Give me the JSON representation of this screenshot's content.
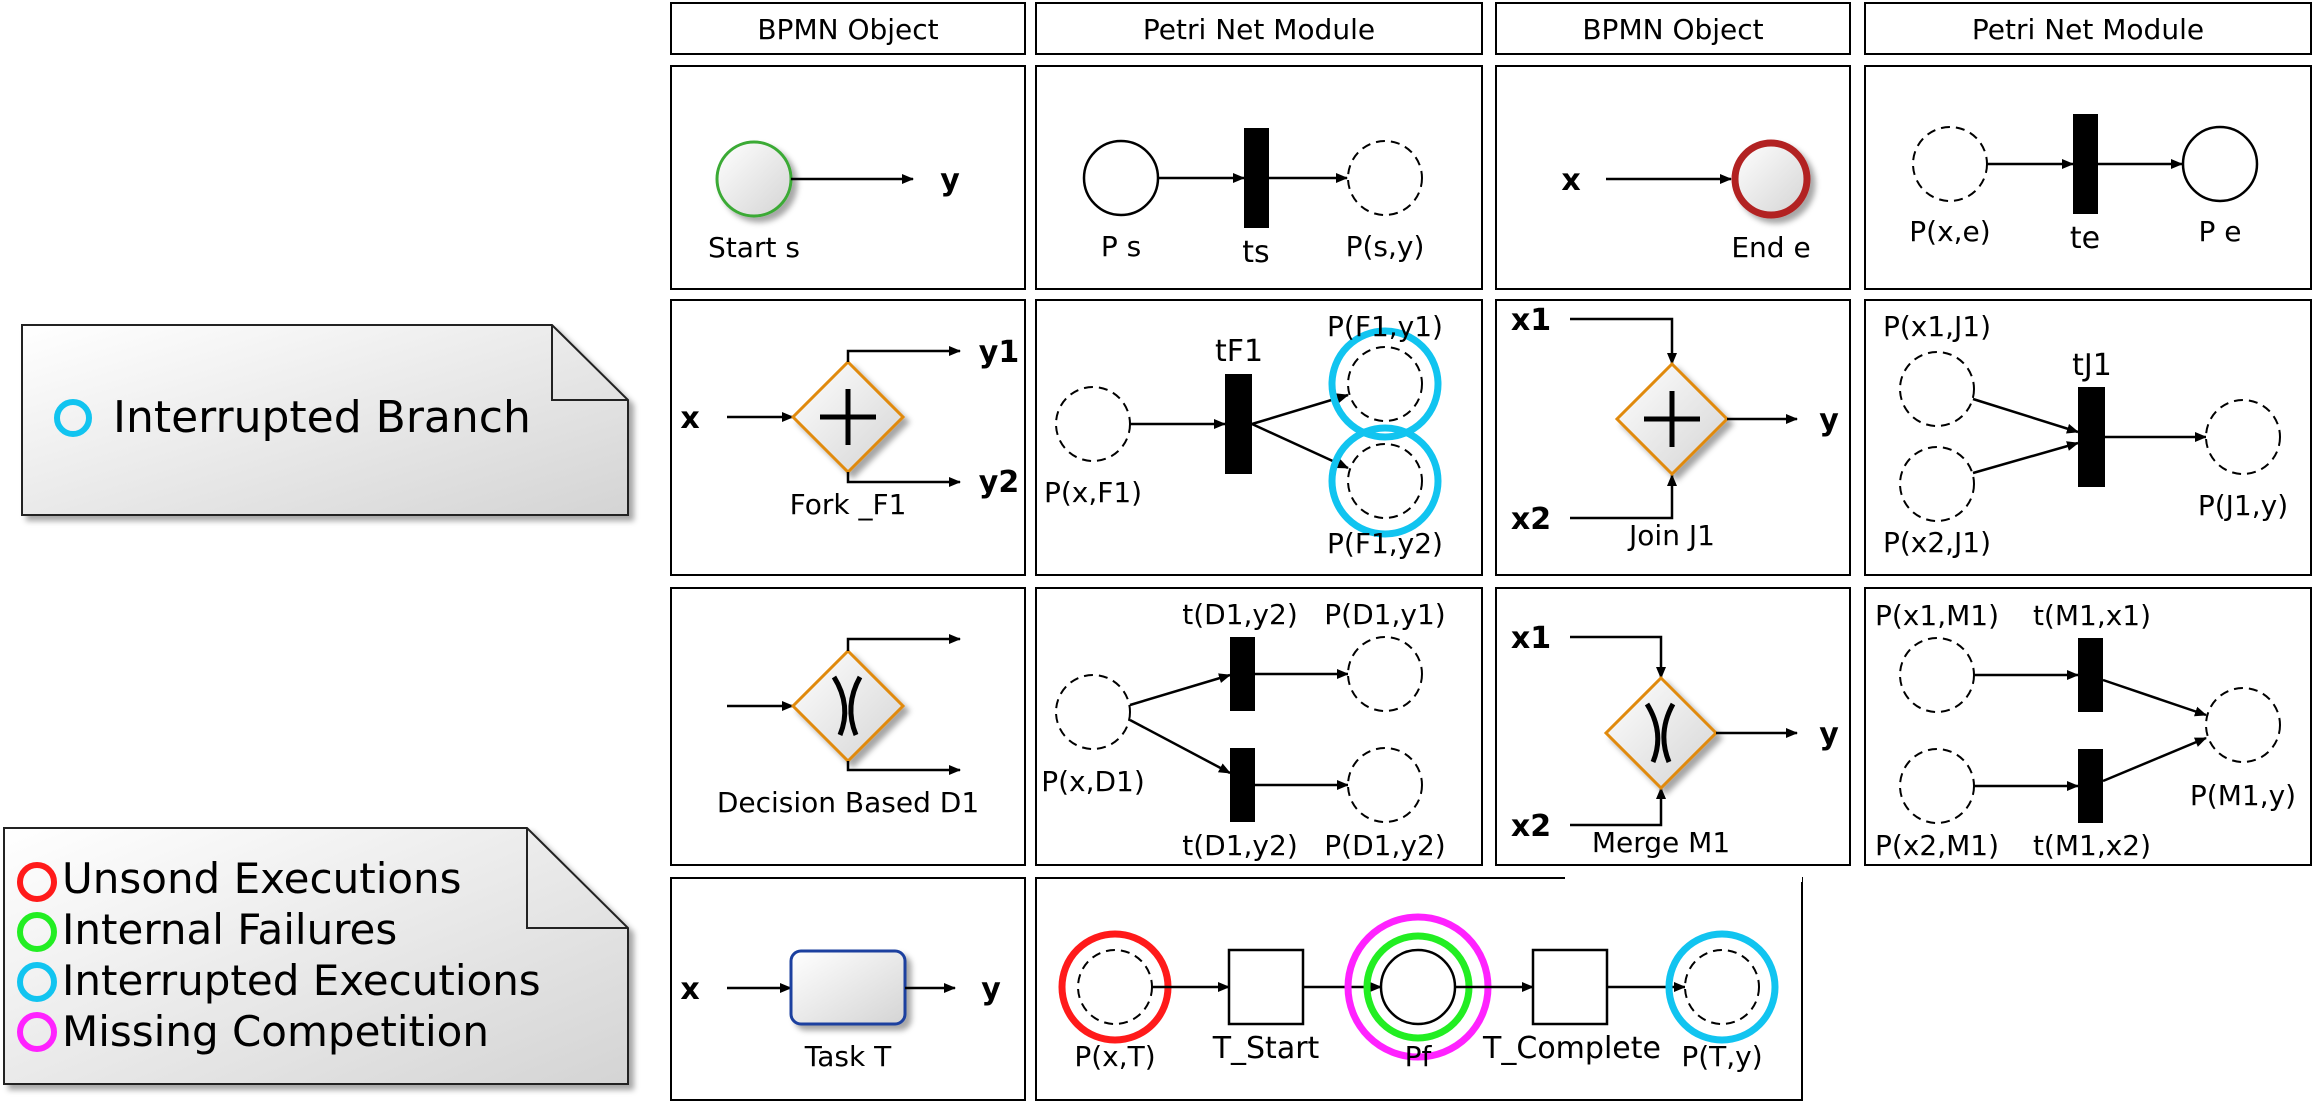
{
  "headers": {
    "bpmn_object_1": "BPMN Object",
    "petri_net_module_1": "Petri Net Module",
    "bpmn_object_2": "BPMN Object",
    "petri_net_module_2": "Petri Net Module"
  },
  "note_interrupted_branch": "Interrupted Branch",
  "legend": {
    "unsound": "Unsond Executions",
    "internal": "Internal Failures",
    "interrupted": "Interrupted Executions",
    "missing": "Missing Competition"
  },
  "colors": {
    "unsound": "#ff1a1a",
    "internal": "#22ee22",
    "interrupted": "#11c4f0",
    "missing": "#ff22ff",
    "gateway_border": "#e08a10",
    "start_border": "#3aaa35",
    "end_border": "#b22222",
    "task_border": "#1a3f9f"
  },
  "start": {
    "label": "Start s",
    "out": "y"
  },
  "start_pn": {
    "p_in": "P s",
    "t": "ts",
    "p_out": "P(s,y)"
  },
  "end": {
    "in": "x",
    "label": "End e"
  },
  "end_pn": {
    "p_in": "P(x,e)",
    "t": "te",
    "p_out": "P e"
  },
  "fork": {
    "in": "x",
    "out1": "y1",
    "out2": "y2",
    "label": "Fork _F1"
  },
  "fork_pn": {
    "p_in": "P(x,F1)",
    "t": "tF1",
    "p_out1": "P(F1,y1)",
    "p_out2": "P(F1,y2)"
  },
  "join": {
    "in1": "x1",
    "in2": "x2",
    "out": "y",
    "label": "Join J1"
  },
  "join_pn": {
    "p_in1": "P(x1,J1)",
    "p_in2": "P(x2,J1)",
    "t": "tJ1",
    "p_out": "P(J1,y)"
  },
  "decision": {
    "label": "Decision Based D1"
  },
  "decision_pn": {
    "p_in": "P(x,D1)",
    "t1": "t(D1,y2)",
    "t2": "t(D1,y2)",
    "p_out1": "P(D1,y1)",
    "p_out2": "P(D1,y2)"
  },
  "merge": {
    "in1": "x1",
    "in2": "x2",
    "out": "y",
    "label": "Merge M1"
  },
  "merge_pn": {
    "p_in1": "P(x1,M1)",
    "p_in2": "P(x2,M1)",
    "t1": "t(M1,x1)",
    "t2": "t(M1,x2)",
    "p_out": "P(M1,y)"
  },
  "task": {
    "in": "x",
    "out": "y",
    "label": "Task T"
  },
  "task_pn": {
    "p_in": "P(x,T)",
    "t_start": "T_Start",
    "p_mid": "Pf",
    "t_complete": "T_Complete",
    "p_out": "P(T,y)"
  }
}
